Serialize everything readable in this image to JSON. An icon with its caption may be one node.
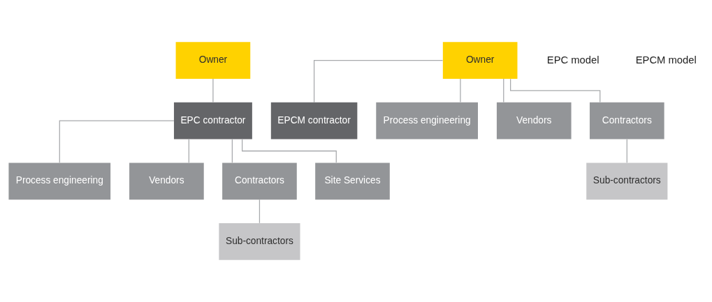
{
  "diagram": {
    "nodes": [
      {
        "text": [
          "Owner"
        ]
      },
      {
        "text": [
          "EPC contractor"
        ]
      },
      {
        "text": [
          "Process engineering"
        ]
      },
      {
        "text": [
          "Vendors"
        ]
      },
      {
        "text": [
          "Contractors"
        ]
      },
      {
        "text": [
          "Site Services"
        ]
      },
      {
        "text": [
          "Sub-contractors"
        ]
      },
      {
        "text": [
          "Owner"
        ]
      },
      {
        "text": [
          "EPCM contractor"
        ]
      },
      {
        "text": [
          "Process engineering"
        ]
      },
      {
        "text": [
          "Vendors"
        ]
      },
      {
        "text": [
          "Contractors"
        ]
      },
      {
        "text": [
          "Sub-contractors"
        ]
      }
    ],
    "edges": [
      {
        "from": 0,
        "to": 1,
        "arrow": "none"
      },
      {
        "from": 1,
        "to": 2,
        "arrow": "none"
      },
      {
        "from": 1,
        "to": 3,
        "arrow": "none"
      },
      {
        "from": 1,
        "to": 4,
        "arrow": "none"
      },
      {
        "from": 1,
        "to": 5,
        "arrow": "none"
      },
      {
        "from": 4,
        "to": 6,
        "arrow": "none"
      },
      {
        "from": 7,
        "to": 8,
        "arrow": "none"
      },
      {
        "from": 7,
        "to": 9,
        "arrow": "none"
      },
      {
        "from": 7,
        "to": 10,
        "arrow": "none"
      },
      {
        "from": 7,
        "to": 11,
        "arrow": "none"
      },
      {
        "from": 11,
        "to": 12,
        "arrow": "none"
      }
    ],
    "labels": [
      "EPC model",
      "EPCM model"
    ]
  }
}
